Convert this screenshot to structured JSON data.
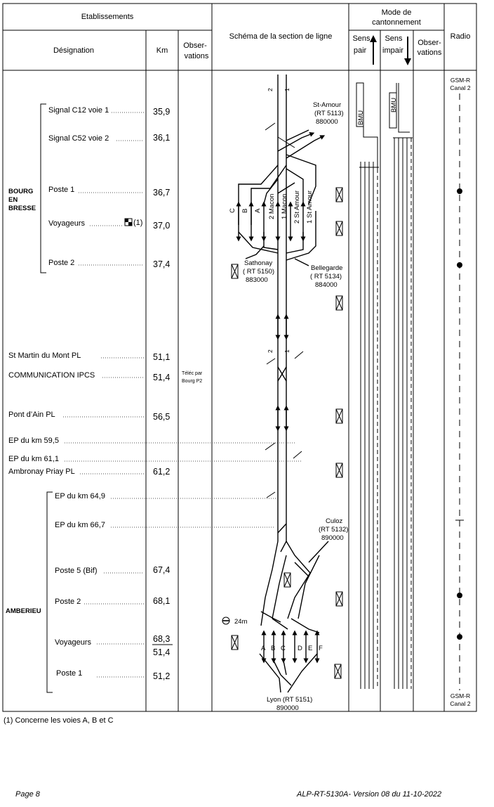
{
  "header": {
    "etablissements": "Etablissements",
    "designation": "Désignation",
    "km": "Km",
    "observations": [
      "Obser-",
      "vations"
    ],
    "schema": "Schéma de la section de ligne",
    "mode": [
      "Mode de",
      "cantonnement"
    ],
    "sens_pair": [
      "Sens",
      "pair"
    ],
    "sens_impair": [
      "Sens",
      "impair"
    ],
    "observations2": [
      "Obser-",
      "vations"
    ],
    "radio": "Radio"
  },
  "groups": [
    {
      "name": [
        "BOURG",
        "EN",
        "BRESSE"
      ]
    },
    {
      "name": [
        "AMBERIEU"
      ]
    }
  ],
  "rows": [
    {
      "label": "Signal C12 voie 1",
      "km": "35,9"
    },
    {
      "label": "Signal C52 voie 2",
      "km": "36,1"
    },
    {
      "label": "Poste 1",
      "km": "36,7"
    },
    {
      "label": "Voyageurs",
      "km": "37,0",
      "mark": "(1)"
    },
    {
      "label": "Poste 2",
      "km": "37,4"
    },
    {
      "label": "St Martin du Mont PL",
      "km": "51,1"
    },
    {
      "label": "COMMUNICATION IPCS",
      "km": "51,4",
      "obs": [
        "Téléc par",
        "Bourg P2"
      ]
    },
    {
      "label": "Pont d’Ain PL",
      "km": "56,5"
    },
    {
      "label": "EP du km 59,5",
      "km": ""
    },
    {
      "label": "EP du km 61,1",
      "km": ""
    },
    {
      "label": "Ambronay Priay PL",
      "km": "61,2"
    },
    {
      "label": "EP du km 64,9",
      "km": ""
    },
    {
      "label": "EP du km 66,7",
      "km": ""
    },
    {
      "label": "Poste 5 (Bif)",
      "km": "67,4"
    },
    {
      "label": "Poste 2",
      "km": "68,1"
    },
    {
      "label": "Voyageurs",
      "km": "68,3",
      "km2": "51,4"
    },
    {
      "label": "Poste 1",
      "km": "51,2"
    }
  ],
  "schema": {
    "tracks_top": [
      "2",
      "1"
    ],
    "st_amour": [
      "St-Amour",
      "(RT 5113)",
      "880000"
    ],
    "voies_bourg": [
      "C",
      "B",
      "A",
      "2 Macon",
      "1 Macon",
      "2 St Amour",
      "1 St Amour"
    ],
    "sathonay": [
      "Sathonay",
      "( RT 5150)",
      "883000"
    ],
    "bellegarde": [
      "Bellegarde",
      "( RT 5134)",
      "884000"
    ],
    "tracks_mid": [
      "2",
      "1"
    ],
    "culoz": [
      "Culoz",
      "(RT 5132)",
      "890000"
    ],
    "tunnel": "24m",
    "voies_amberieu": [
      "A",
      "B",
      "C",
      "D",
      "E",
      "F"
    ],
    "lyon": [
      "Lyon (RT 5151)",
      "890000"
    ]
  },
  "cantonnement": {
    "pair": "BMU",
    "impair": "BMU"
  },
  "radio": {
    "top": [
      "GSM-R",
      "Canal 2"
    ],
    "bottom": [
      "GSM-R",
      "Canal 2"
    ]
  },
  "footnote": "(1) Concerne les voies A, B et C",
  "footer": {
    "page": "Page 8",
    "ref": "ALP-RT-5130A- Version 08 du 11-10-2022"
  }
}
